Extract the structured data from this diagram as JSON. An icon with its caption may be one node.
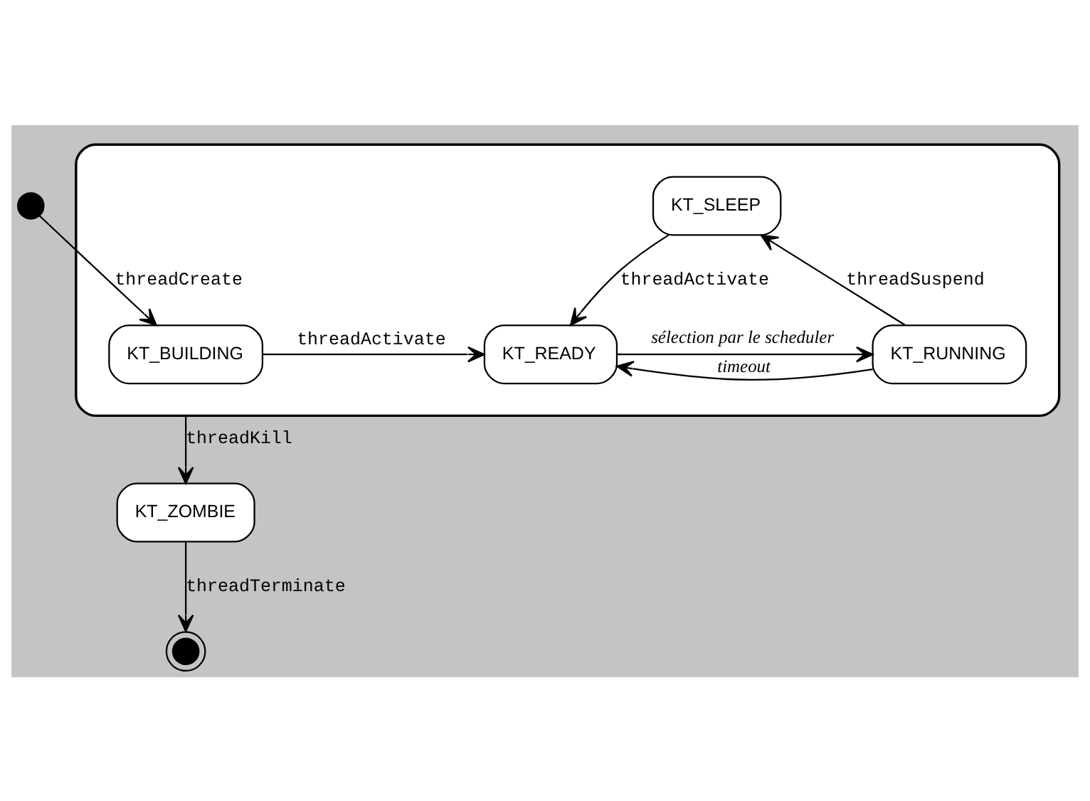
{
  "diagram": {
    "nodes": [
      {
        "text": [],
        "shape": "circle"
      },
      {
        "text": [],
        "shape": "box"
      },
      {
        "text": [
          "KT_SLEEP"
        ],
        "in": 1
      },
      {
        "text": [
          "KT_BUILDING"
        ],
        "in": 1
      },
      {
        "text": [
          "KT_READY"
        ],
        "in": 1
      },
      {
        "text": [
          "KT_RUNNING"
        ],
        "in": 1
      },
      {
        "text": [
          "KT_ZOMBIE"
        ]
      },
      {
        "text": [],
        "shape": "circle"
      }
    ],
    "edges": [
      {
        "from": 0,
        "to": 3,
        "arrow": "to",
        "label": "threadCreate"
      },
      {
        "from": 3,
        "to": 4,
        "arrow": "to",
        "label": "threadActivate"
      },
      {
        "from": 2,
        "to": 4,
        "arrow": "to",
        "label": "threadActivate"
      },
      {
        "from": 5,
        "to": 2,
        "arrow": "to",
        "label": "threadSuspend"
      },
      {
        "from": 5,
        "to": 4,
        "arrow": "to",
        "label": "timeout"
      },
      {
        "from": 4,
        "to": 5,
        "arrow": "to",
        "label": "sélection par le scheduler"
      },
      {
        "from": 1,
        "to": 6,
        "arrow": "to",
        "label": "threadKill"
      },
      {
        "from": 6,
        "to": 7,
        "arrow": "to",
        "label": "threadTerminate"
      }
    ]
  }
}
